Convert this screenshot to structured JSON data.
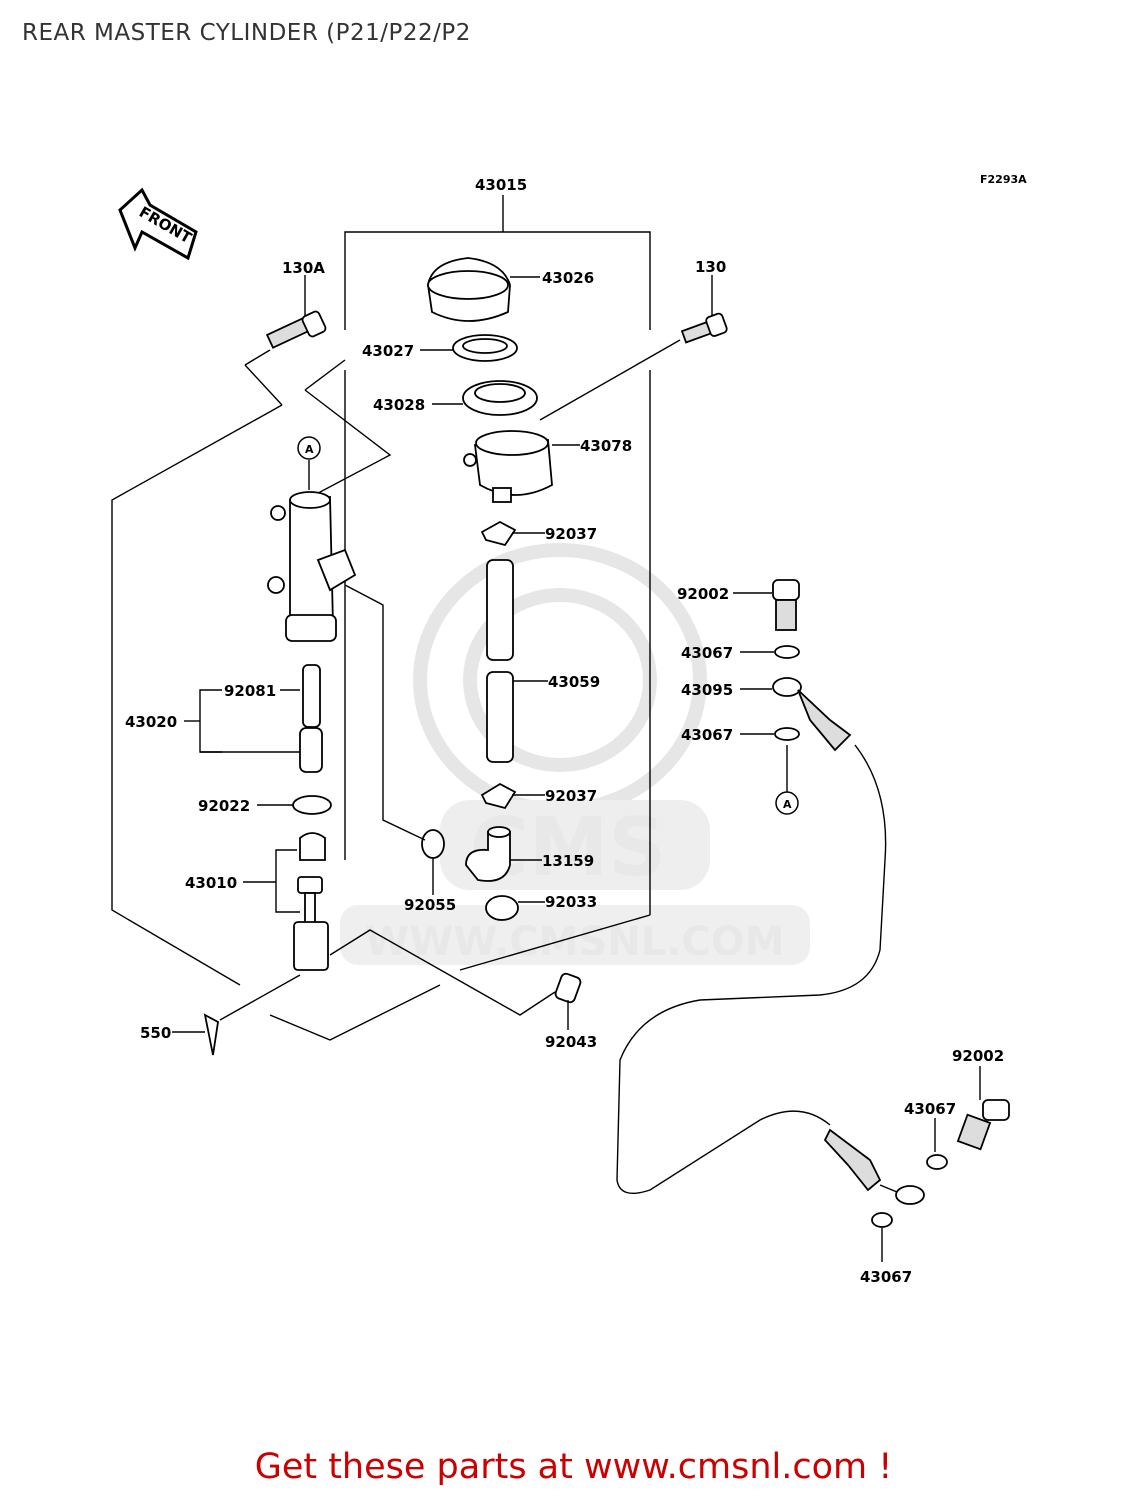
{
  "title": "REAR MASTER CYLINDER (P21/P22/P2",
  "figure_ref": "F2293A",
  "front_label": "FRONT",
  "ref_marker": "A",
  "watermark": {
    "brand": "CMS",
    "url": "WWW.CMSNL.COM"
  },
  "part_numbers": {
    "p43015": "43015",
    "p43026": "43026",
    "p43027": "43027",
    "p43028": "43028",
    "p43078": "43078",
    "p92037a": "92037",
    "p43059": "43059",
    "p92037b": "92037",
    "p13159": "13159",
    "p92033": "92033",
    "p92043": "92043",
    "p92055": "92055",
    "p130A": "130A",
    "p130": "130",
    "p92081": "92081",
    "p43020": "43020",
    "p92022": "92022",
    "p43010": "43010",
    "p550": "550",
    "p92002a": "92002",
    "p43067a": "43067",
    "p43095": "43095",
    "p43067b": "43067",
    "p92002b": "92002",
    "p43067c": "43067",
    "p43067d": "43067"
  },
  "footer_text": "Get these parts at www.cmsnl.com !",
  "colors": {
    "footer": "#cc0000",
    "title": "#333333",
    "watermark": "#e6e6e6"
  }
}
